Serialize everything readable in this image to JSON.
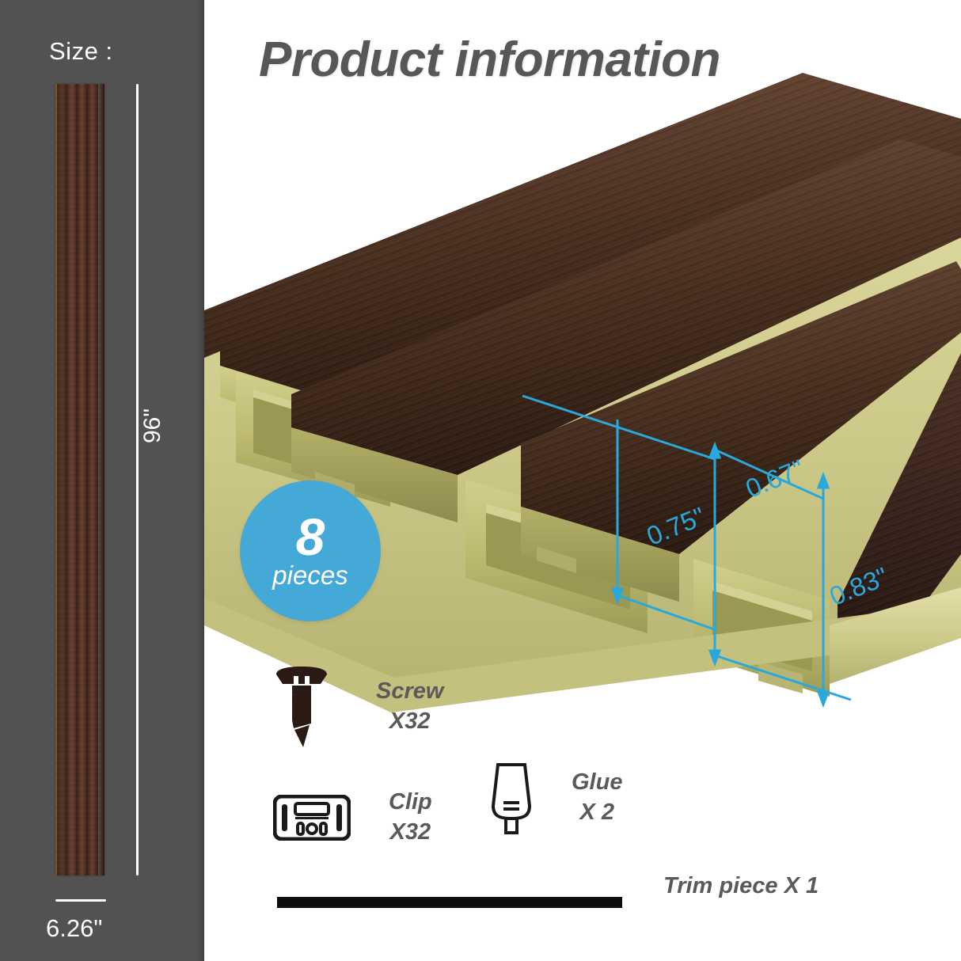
{
  "sidebar": {
    "size_label": "Size :",
    "height_value": "96\"",
    "width_value": "6.26\"",
    "background_color": "#525252",
    "slat_color": "#40271f"
  },
  "header": {
    "title": "Product information",
    "title_color": "#575757"
  },
  "badge": {
    "count": "8",
    "unit": "pieces",
    "color": "#45a9d8"
  },
  "dimensions": {
    "accent_color": "#29a8dc",
    "items": [
      {
        "name": "slat-width",
        "value": "0.67\""
      },
      {
        "name": "slat-depth",
        "value": "0.75\""
      },
      {
        "name": "panel-thickness",
        "value": "0.83\""
      }
    ]
  },
  "accessories": [
    {
      "icon": "screw-icon",
      "label": "Screw",
      "qty": "X32"
    },
    {
      "icon": "clip-icon",
      "label": "Clip",
      "qty": "X32"
    },
    {
      "icon": "glue-tube-icon",
      "label": "Glue",
      "qty": "X 2"
    },
    {
      "icon": "trim-bar-icon",
      "label": "Trim piece",
      "qty": "X 1"
    }
  ],
  "product": {
    "wood_color": "#4a3124",
    "core_color": "#bdbb72",
    "slat_count": 4
  }
}
